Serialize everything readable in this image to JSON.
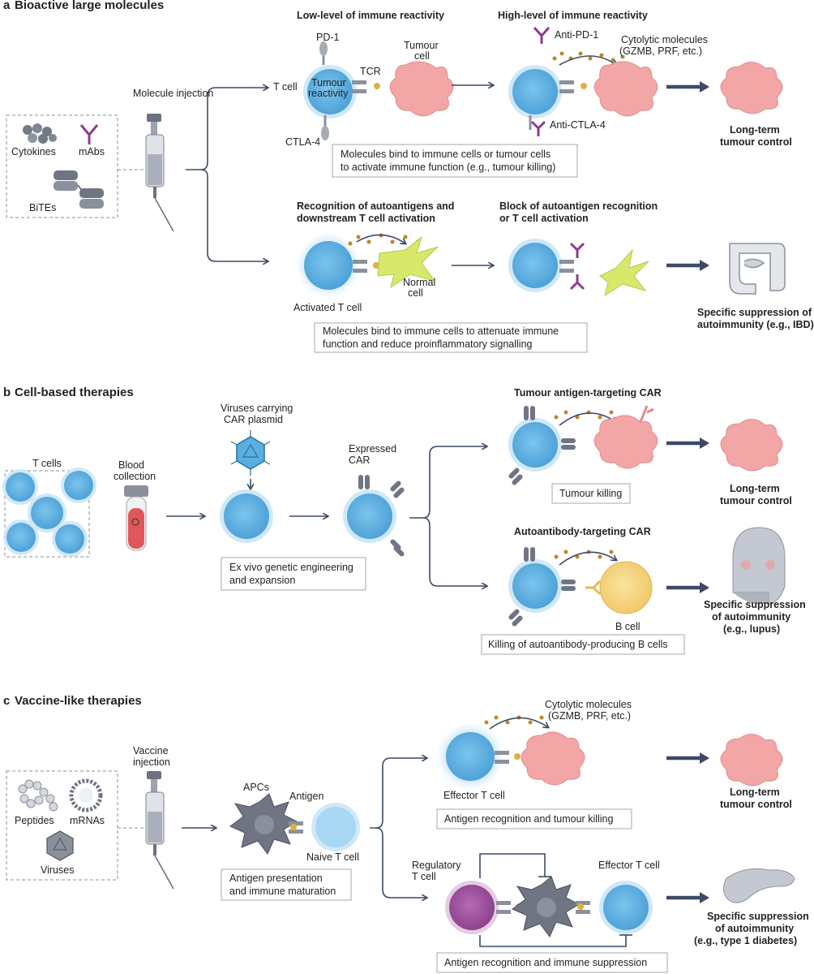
{
  "sections": {
    "a": {
      "letter": "a",
      "title": "Bioactive large molecules",
      "inputs": [
        "Cytokines",
        "mAbs",
        "BiTEs"
      ],
      "injection": "Molecule injection",
      "top": {
        "low_title": "Low-level of immune reactivity",
        "high_title": "High-level of immune reactivity",
        "pd1": "PD-1",
        "ctla4": "CTLA-4",
        "tcell": "T cell",
        "tumour_reactivity": "Tumour reactivity",
        "tcr": "TCR",
        "tumour_cell": "Tumour cell",
        "anti_pd1": "Anti-PD-1",
        "anti_ctla4": "Anti-CTLA-4",
        "cytolytic": "Cytolytic molecules (GZMB, PRF, etc.)",
        "outcome": "Long-term tumour control",
        "caption": "Molecules bind to immune cells or tumour cells to activate immune function (e.g., tumour killing)"
      },
      "bottom": {
        "left_title": "Recognition of autoantigens and downstream T cell activation",
        "right_title": "Block of autoantigen recognition or T cell activation",
        "activated": "Activated T cell",
        "normal": "Normal cell",
        "outcome": "Specific suppression of autoimmunity (e.g., IBD)",
        "caption": "Molecules bind to immune cells to attenuate immune function and reduce proinflammatory signalling"
      }
    },
    "b": {
      "letter": "b",
      "title": "Cell-based therapies",
      "tcells": "T cells",
      "blood": "Blood collection",
      "viruses": "Viruses carrying CAR plasmid",
      "expressed": "Expressed CAR",
      "engineering": "Ex vivo genetic engineering and expansion",
      "top_title": "Tumour antigen-targeting CAR",
      "top_caption": "Tumour killing",
      "top_outcome": "Long-term tumour control",
      "bottom_title": "Autoantibody-targeting CAR",
      "bcell": "B cell",
      "bottom_caption": "Killing of autoantibody-producing B cells",
      "bottom_outcome": "Specific suppression of autoimmunity (e.g., lupus)"
    },
    "c": {
      "letter": "c",
      "title": "Vaccine-like therapies",
      "inputs": [
        "Peptides",
        "mRNAs",
        "Viruses"
      ],
      "injection": "Vaccine injection",
      "apcs": "APCs",
      "antigen": "Antigen",
      "naive": "Naive T cell",
      "presentation": "Antigen presentation and immune maturation",
      "cytolytic": "Cytolytic molecules (GZMB, PRF, etc.)",
      "effector": "Effector T cell",
      "top_caption": "Antigen recognition and tumour killing",
      "top_outcome": "Long-term tumour control",
      "regulatory": "Regulatory T cell",
      "effector2": "Effector T cell",
      "bottom_caption": "Antigen recognition and immune suppression",
      "bottom_outcome": "Specific suppression of autoimmunity (e.g., type 1 diabetes)"
    }
  },
  "colors": {
    "arrow": "#3c4a66",
    "tcell": "#5aaee0",
    "tcell_rim": "#bfe2f5",
    "tumour": "#f3a6a6",
    "normal": "#d7e86a",
    "bcell": "#f5d27a",
    "mab": "#8e3b8f",
    "dc": "#6f7583"
  }
}
